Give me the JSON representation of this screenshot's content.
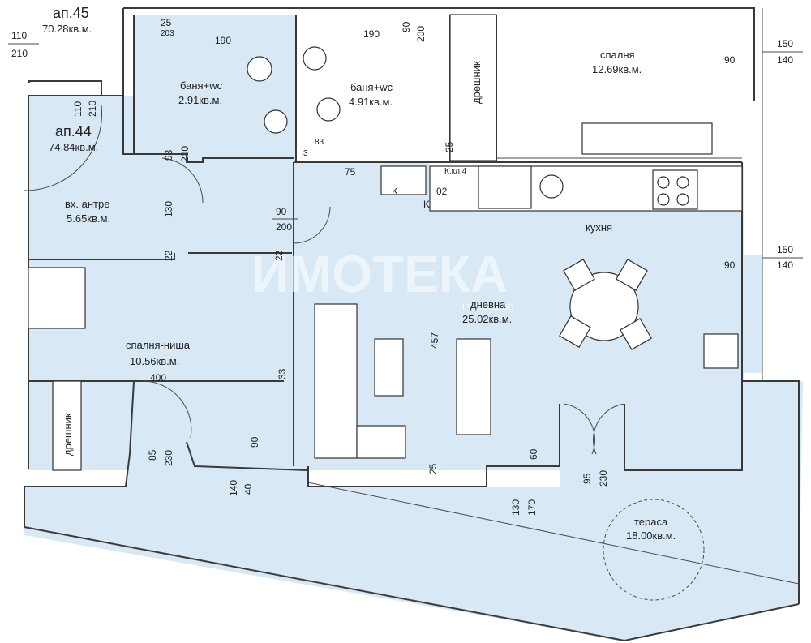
{
  "apartments": {
    "ap45": {
      "name": "ап.45",
      "area": "70.28кв.м."
    },
    "ap44": {
      "name": "ап.44",
      "area": "74.84кв.м."
    }
  },
  "rooms": {
    "entry": {
      "name": "вх. антре",
      "area": "5.65кв.м."
    },
    "bath1": {
      "name": "баня+wc",
      "area": "2.91кв.м."
    },
    "bath2": {
      "name": "баня+wc",
      "area": "4.91кв.м."
    },
    "closet_top": {
      "name": "дрешник"
    },
    "bedroom": {
      "name": "спалня",
      "area": "12.69кв.м."
    },
    "kitchen": {
      "name": "кухня"
    },
    "living": {
      "name": "дневна",
      "area": "25.02кв.м."
    },
    "bed_niche": {
      "name": "спалня-ниша",
      "area": "10.56кв.м."
    },
    "closet_left": {
      "name": "дрешник"
    },
    "terrace": {
      "name": "тераса",
      "area": "18.00кв.м."
    }
  },
  "dimensions": {
    "d110a": "110",
    "d210a": "210",
    "d110b": "110",
    "d210b": "210",
    "d25a": "25",
    "d203": "203",
    "d190a": "190",
    "d190b": "190",
    "d90a": "90",
    "d200a": "200",
    "d150a": "150",
    "d90b": "90",
    "d140a": "140",
    "d93": "93",
    "d200b": "200",
    "d130a": "130",
    "d83": "83",
    "d3": "3",
    "d75": "75",
    "d25b": "25",
    "k1": "K",
    "d02": "02",
    "k2": "K",
    "kkl": "К.кл.4",
    "d90c": "90",
    "d200c": "200",
    "d22a": "22",
    "d22b": "22",
    "d150b": "150",
    "d90d": "90",
    "d140b": "140",
    "d457": "457",
    "d400": "400",
    "d33": "33",
    "d85": "85",
    "d230a": "230",
    "d90e": "90",
    "d140c": "140",
    "d40": "40",
    "d25c": "25",
    "d60": "60",
    "d130b": "130",
    "d170": "170",
    "d95": "95",
    "d230b": "230"
  },
  "watermark": {
    "brand": "ИМОТЕКА",
    "site": "imoteka.bg"
  }
}
